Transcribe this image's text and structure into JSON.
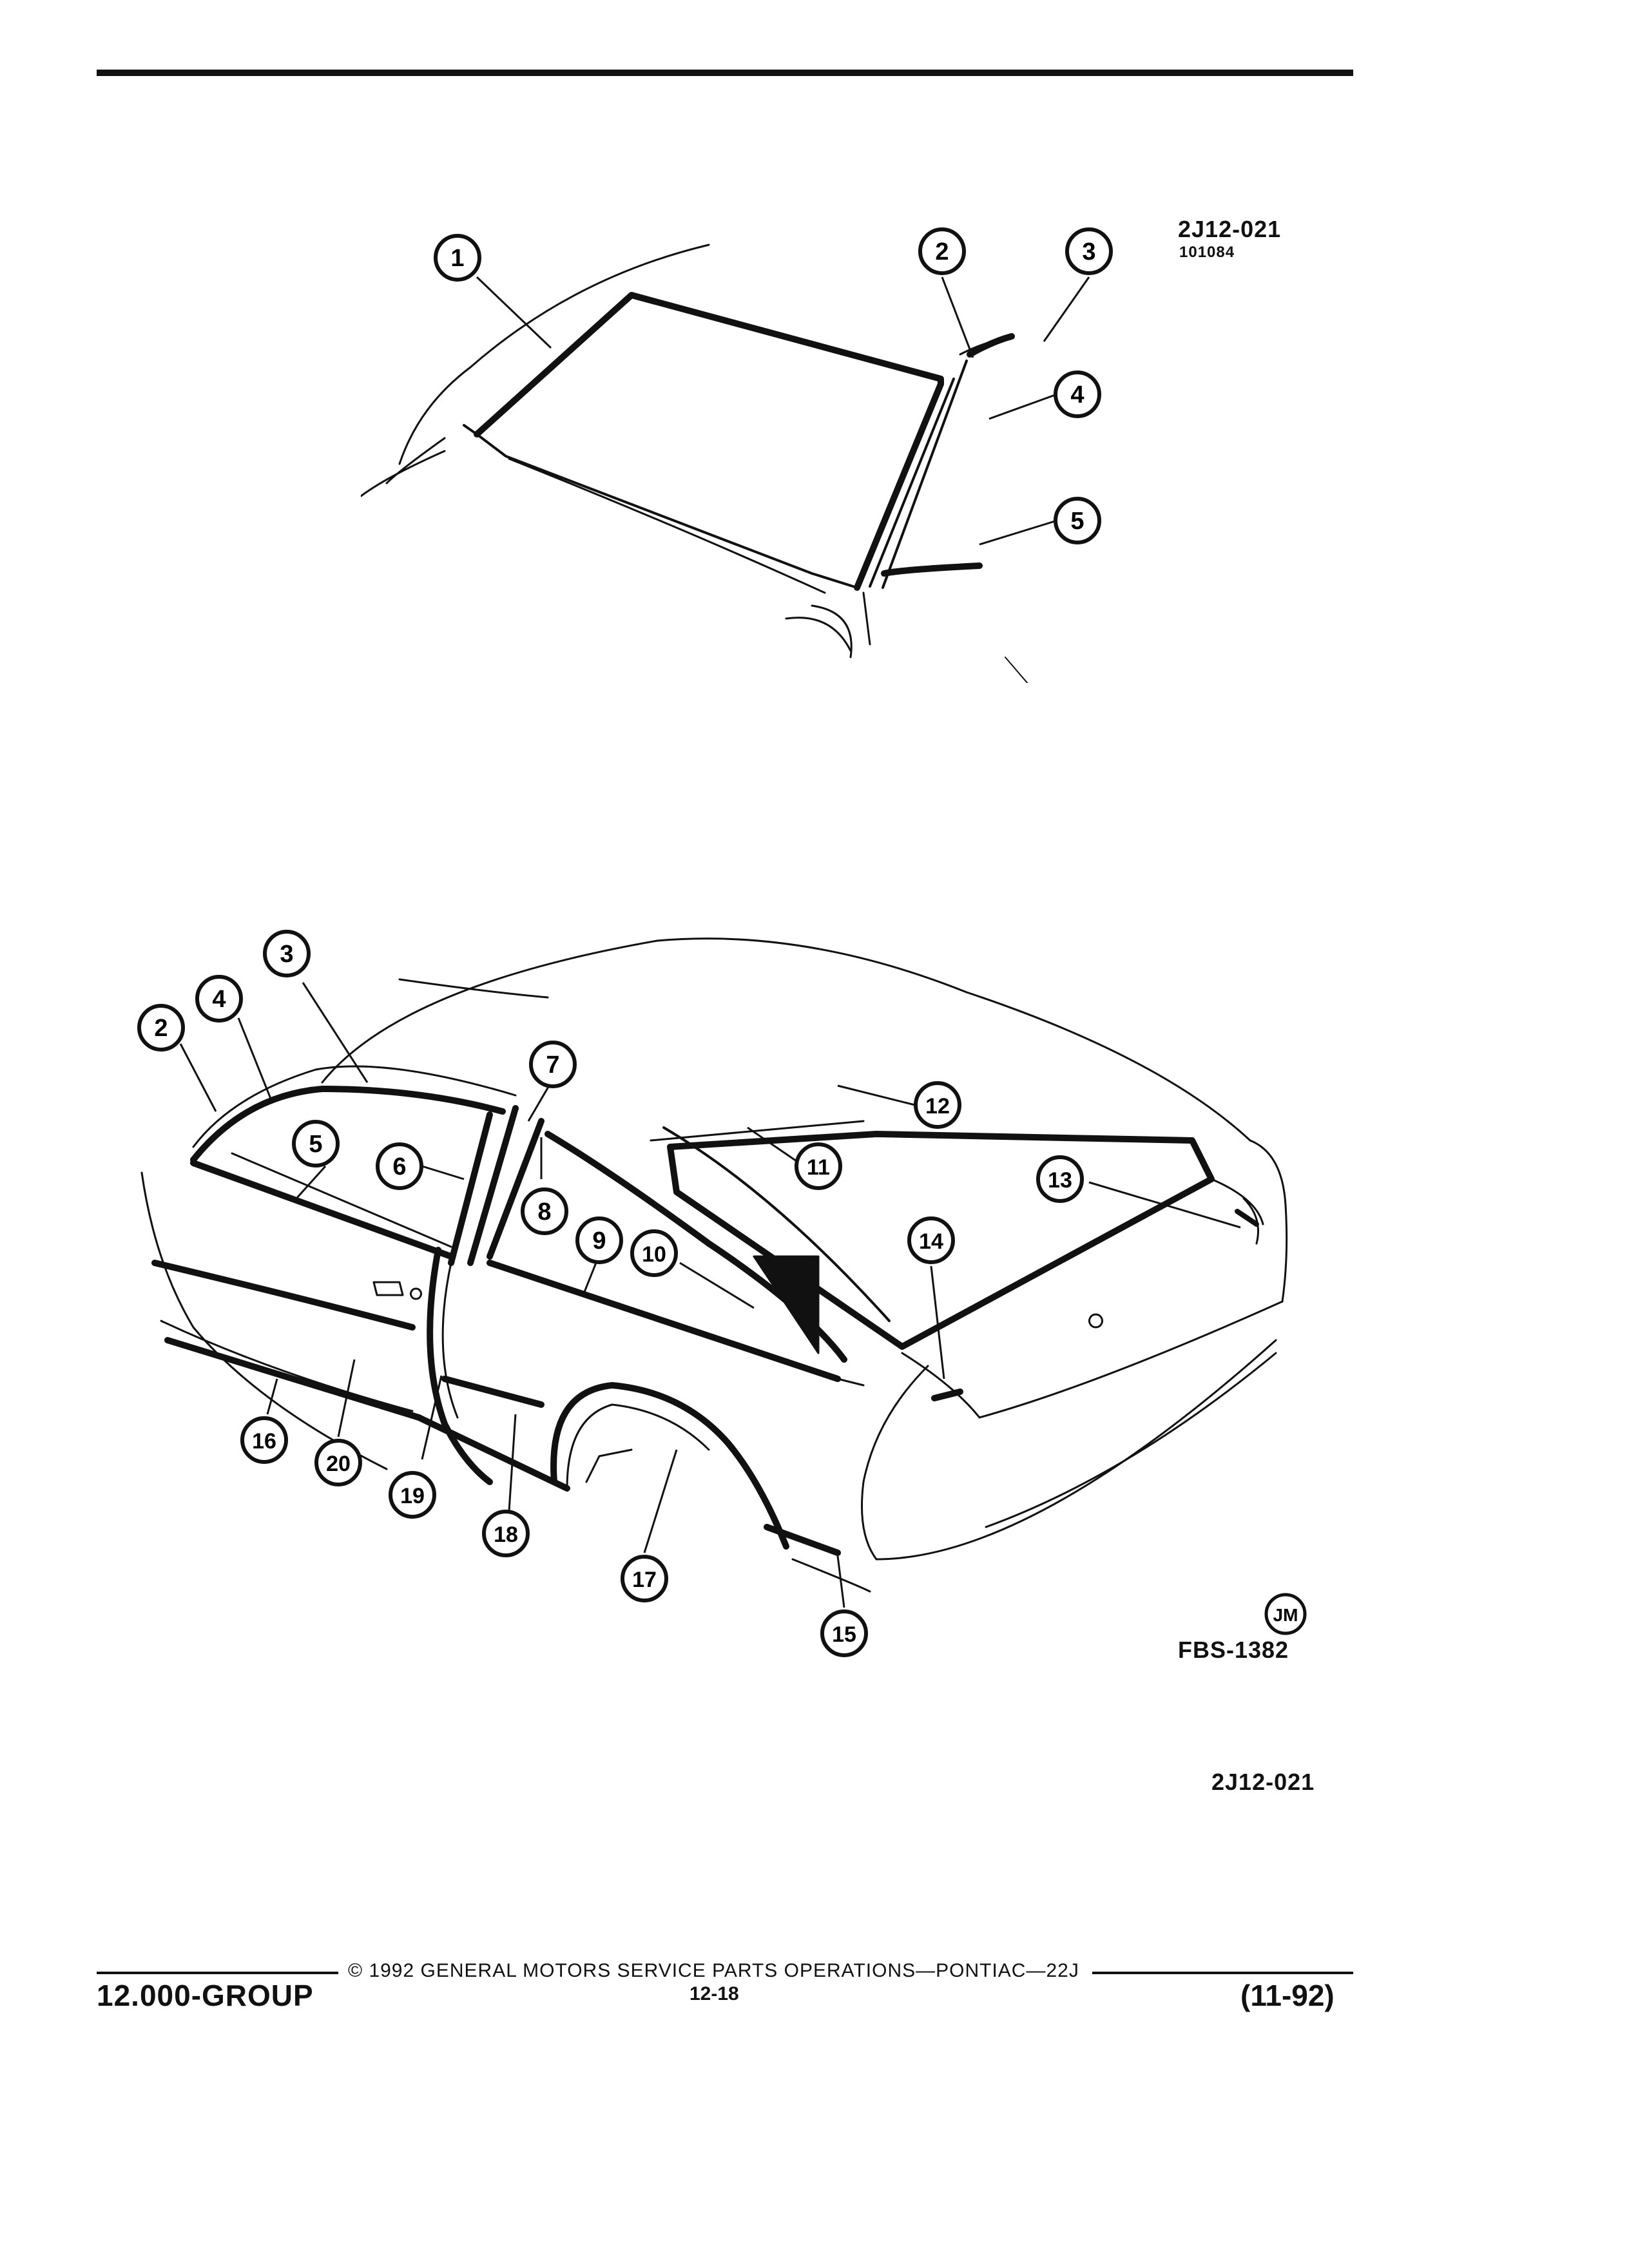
{
  "top_figure": {
    "code": "2J12-021",
    "subcode": "101084",
    "callouts": [
      "1",
      "2",
      "3",
      "4",
      "5"
    ]
  },
  "bottom_figure": {
    "callouts": [
      "2",
      "3",
      "4",
      "5",
      "6",
      "7",
      "8",
      "9",
      "10",
      "11",
      "12",
      "13",
      "14",
      "15",
      "16",
      "17",
      "18",
      "19",
      "20"
    ],
    "logo_text": "JM",
    "fbs_code": "FBS-1382"
  },
  "figure_code": "2J12-021",
  "footer": {
    "copyright": "© 1992 GENERAL MOTORS SERVICE PARTS OPERATIONS—PONTIAC—22J",
    "group": "12.000-GROUP",
    "page": "12-18",
    "date": "(11-92)"
  }
}
